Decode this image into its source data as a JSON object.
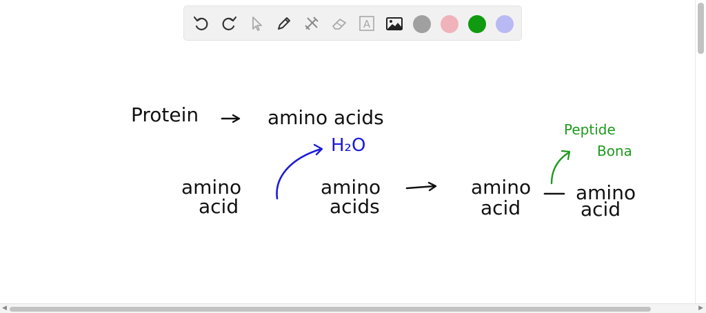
{
  "toolbar": {
    "tools": [
      {
        "icon": "undo-icon"
      },
      {
        "icon": "redo-icon"
      },
      {
        "icon": "pointer-icon"
      },
      {
        "icon": "pen-icon"
      },
      {
        "icon": "tools-icon"
      },
      {
        "icon": "eraser-icon"
      },
      {
        "icon": "text-icon"
      },
      {
        "icon": "image-icon"
      }
    ],
    "text_tool_glyph": "A",
    "colors": [
      "#a0a0a0",
      "#f0b3bb",
      "#0f9a0f",
      "#b9b9f3"
    ]
  },
  "ink": {
    "line1_left": "Protein",
    "line1_right": "amino acids",
    "chem": "H₂O",
    "green_note_1": "Peptide",
    "green_note_2": "Bona",
    "group1_top": "amino",
    "group1_bottom": "acid",
    "group2_top": "amino",
    "group2_bottom": "acids",
    "group3_top": "amino",
    "group3_bottom": "acid",
    "group4_top": "amino",
    "group4_bottom": "acid",
    "colors": {
      "black": "#111111",
      "blue": "#1a1adb",
      "green": "#1d9a1d"
    }
  },
  "scroll": {
    "left_arrow": "◀",
    "right_arrow": "▶"
  }
}
